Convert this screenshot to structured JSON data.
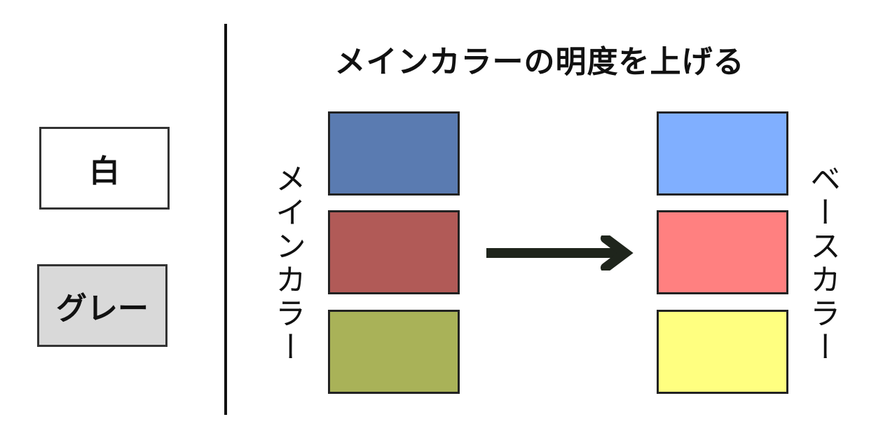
{
  "left_panel": {
    "white_label": "白",
    "gray_label": "グレー",
    "white_bg": "#ffffff",
    "gray_bg": "#d9d9d9"
  },
  "title": "メインカラーの明度を上げる",
  "main_colors": {
    "label": "メインカラー",
    "swatches": [
      "#5a7bb1",
      "#b15a57",
      "#a9b258"
    ]
  },
  "base_colors": {
    "label": "ベースカラー",
    "swatches": [
      "#80afff",
      "#ff8080",
      "#ffff80"
    ]
  },
  "arrow_color": "#1f251c",
  "divider_color": "#111111"
}
